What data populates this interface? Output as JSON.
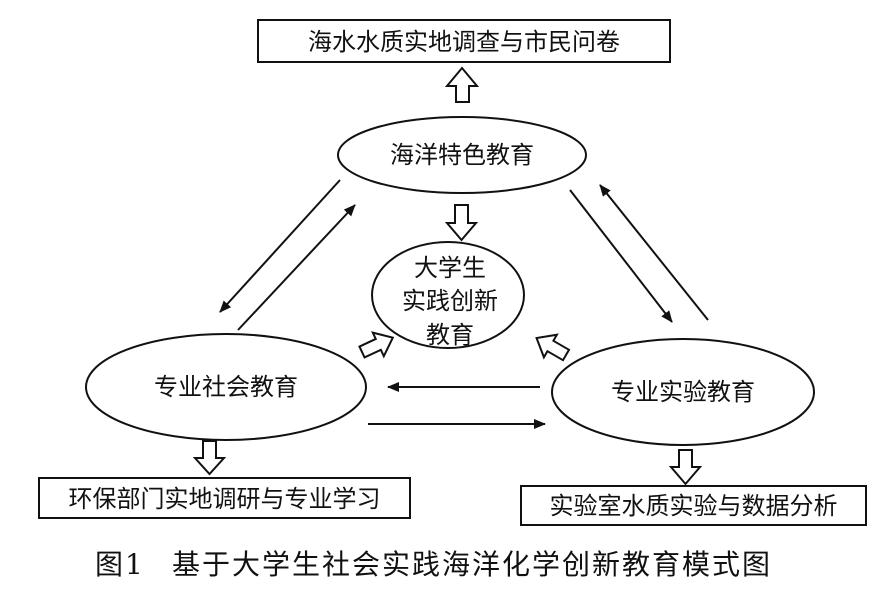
{
  "boxes": {
    "top": "海水水质实地调查与市民问卷",
    "bottom_left": "环保部门实地调研与专业学习",
    "bottom_right": "实验室水质实验与数据分析"
  },
  "ellipses": {
    "marine": "海洋特色教育",
    "center_line1": "大学生",
    "center_line2": "实践创新",
    "center_line3": "教育",
    "social": "专业社会教育",
    "experiment": "专业实验教育"
  },
  "caption": {
    "number": "图1",
    "title": "基于大学生社会实践海洋化学创新教育模式图"
  }
}
